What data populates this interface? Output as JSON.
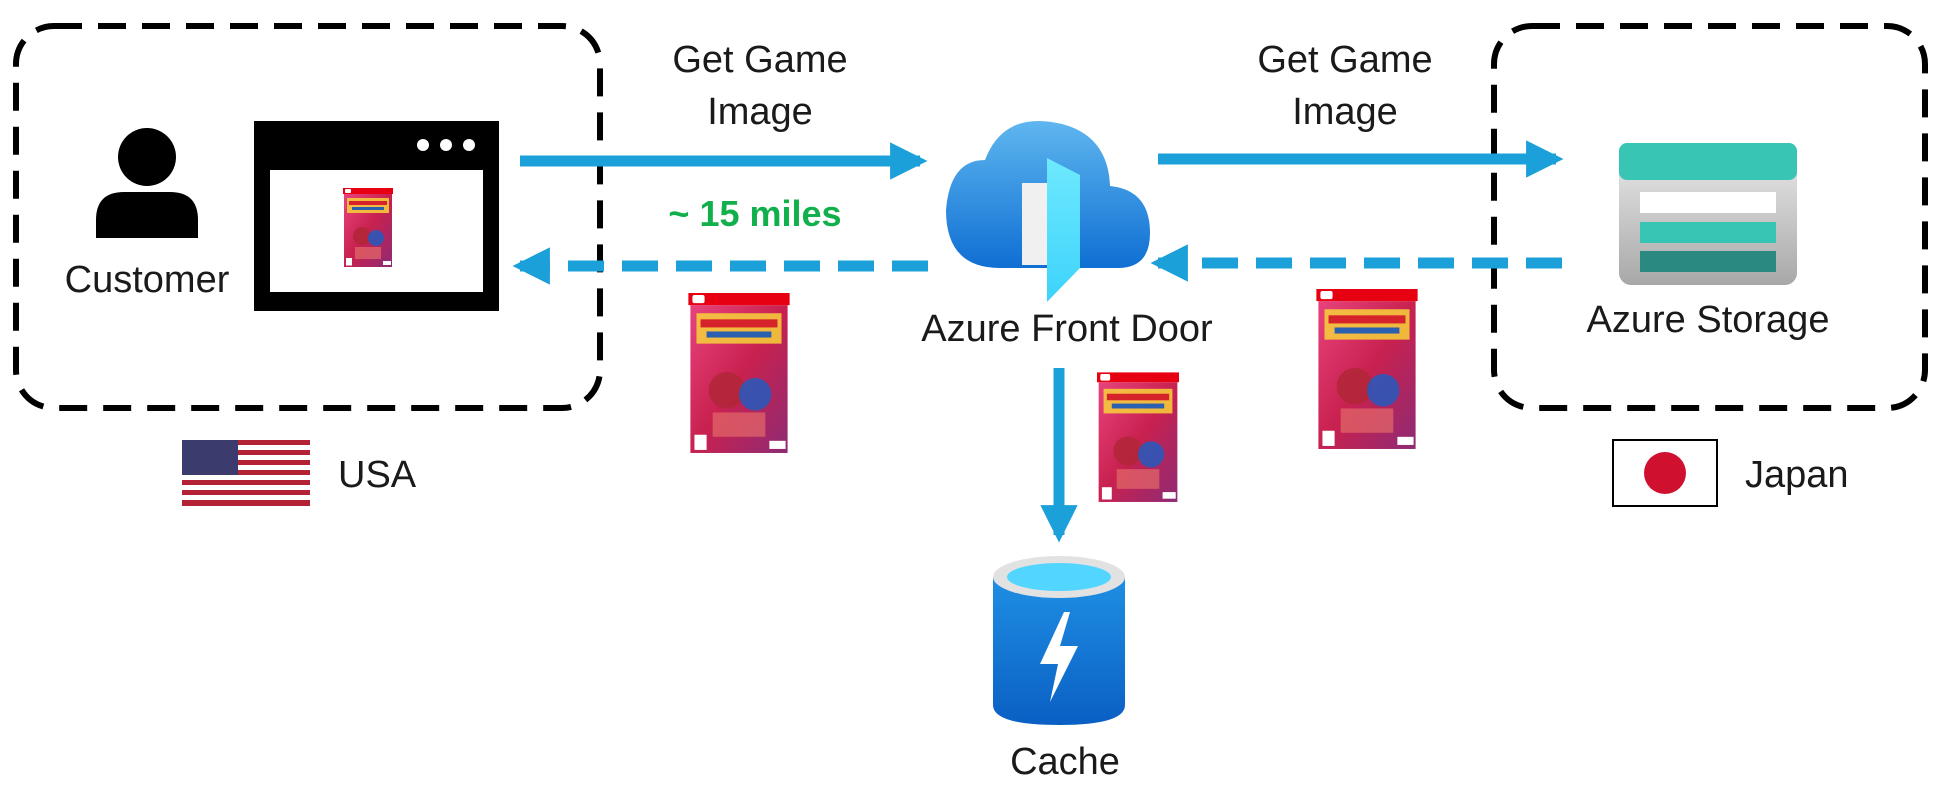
{
  "labels": {
    "customer": "Customer",
    "front_door": "Azure Front Door",
    "storage": "Azure Storage",
    "cache": "Cache",
    "usa": "USA",
    "japan": "Japan",
    "request_left_line1": "Get Game",
    "request_left_line2": "Image",
    "request_right_line1": "Get Game",
    "request_right_line2": "Image",
    "distance": "~ 15 miles"
  },
  "colors": {
    "arrow": "#1ba0d9",
    "distance_text": "#12b04c",
    "box_border": "#000000",
    "cloud_top": "#5fb6ef",
    "cloud_bottom": "#0f6fd3",
    "door_light": "#52e2ff",
    "storage_top": "#39c5b3",
    "storage_dark": "#2a8a82",
    "cache_blue": "#0f6fd3",
    "cache_light": "#52d6ff"
  },
  "icons": {
    "customer": "person-icon",
    "browser": "browser-window-icon",
    "front_door": "azure-front-door-icon",
    "storage": "azure-storage-icon",
    "cache": "cache-database-icon",
    "usa_flag": "usa-flag-icon",
    "japan_flag": "japan-flag-icon",
    "game_image": "game-cover-image"
  }
}
